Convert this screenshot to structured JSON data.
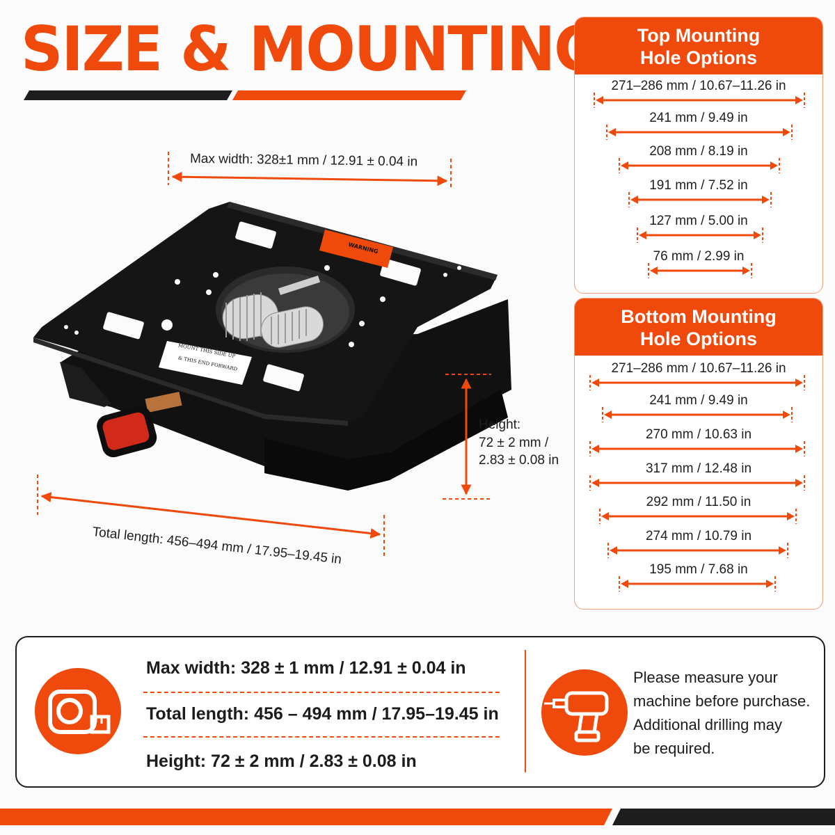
{
  "title": "SIZE & MOUNTING",
  "colors": {
    "accent": "#ef4a0c",
    "dark": "#1d1d1d",
    "panel_border": "#f0a27d"
  },
  "product": {
    "image": "black-swivel-seat-base-plate",
    "max_width_label": "Max width: 328±1 mm / 12.91 ± 0.04 in",
    "height_label": [
      "Height:",
      "72 ± 2 mm /",
      "2.83 ± 0.08 in"
    ],
    "total_length_label": "Total length: 456–494 mm / 17.95–19.45 in",
    "warning_sticker": "WARNING",
    "mount_sticker": [
      "MOUNT THIS SIDE UP",
      "& THIS END FORWARD"
    ]
  },
  "top_panel": {
    "title_lines": [
      "Top Mounting",
      "Hole Options"
    ],
    "rows": [
      "271–286 mm / 10.67–11.26 in",
      "241 mm / 9.49 in",
      "208 mm / 8.19 in",
      "191 mm / 7.52 in",
      "127 mm / 5.00 in",
      "76 mm / 2.99 in"
    ]
  },
  "bottom_panel": {
    "title_lines": [
      "Bottom Mounting",
      "Hole Options"
    ],
    "rows": [
      "271–286 mm / 10.67–11.26 in",
      "241 mm / 9.49 in",
      "270 mm / 10.63 in",
      "317 mm / 12.48 in",
      "292 mm / 11.50 in",
      "274 mm / 10.79 in",
      "195 mm / 7.68 in"
    ]
  },
  "specs": {
    "icon": "tape-measure-icon",
    "lines": [
      "Max width: 328 ± 1 mm / 12.91 ± 0.04 in",
      "Total length: 456 – 494 mm / 17.95–19.45 in",
      "Height: 72 ± 2 mm / 2.83 ± 0.08 in"
    ]
  },
  "note": {
    "icon": "drill-icon",
    "lines": [
      "Please measure your",
      "machine before purchase.",
      "Additional drilling may",
      "be required."
    ]
  }
}
